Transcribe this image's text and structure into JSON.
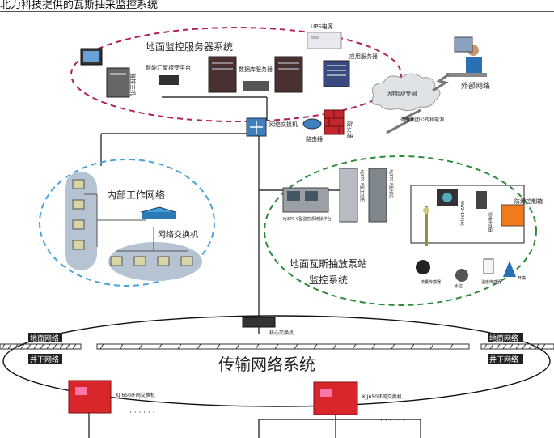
{
  "header": {
    "title": "北力科技提供的瓦斯抽采监控系统"
  },
  "server_group": {
    "title": "地面监控服务器系统",
    "ups": "UPS电源",
    "monitor_host": "监控主机",
    "gateway": "智能汇聚接受平台",
    "db_server": "数据库服务器",
    "app_server": "应用服务器"
  },
  "external": {
    "net": "外部网络",
    "cloud": "因特网/专网",
    "note": "调度集团公司和电源"
  },
  "core_switch_area": {
    "network_switch": "网络交换机",
    "router": "路由器",
    "firewall": "防火墙",
    "core_switch": "核心交换机"
  },
  "internal": {
    "title": "内部工作网络",
    "switch": "网络交换机"
  },
  "pump_station": {
    "title_line1": "地面瓦斯抽放泵站",
    "title_line2": "监控系统",
    "cabinet_label": "KJ379-C型监控系统操作台",
    "panel_a": "KJ379-F型主控柜",
    "panel_b": "KJ379-F型分站",
    "gas_sensor": "GWZ-100(A)",
    "breaker": "馈电传感器",
    "control_box": "防爆控制箱",
    "flow": "流量传感器",
    "valve": "水位",
    "temp": "温度传感器",
    "switch_item": "开停"
  },
  "transport": {
    "title": "传输网络系统",
    "ground_left": "地面网络",
    "ground_right": "地面网络",
    "under_left": "井下网络",
    "under_right": "井下网络",
    "ring_switch_1": "KJJ650环网交换机",
    "ring_switch_2": "KJJ650环网交换机",
    "dots": "· · · · · ·"
  },
  "colors": {
    "server_ellipse": "#b0205a",
    "internal_ellipse": "#4aa3d8",
    "pump_ellipse": "#2e8b3a",
    "lines": "#333333",
    "red_box": "#d8262a"
  }
}
